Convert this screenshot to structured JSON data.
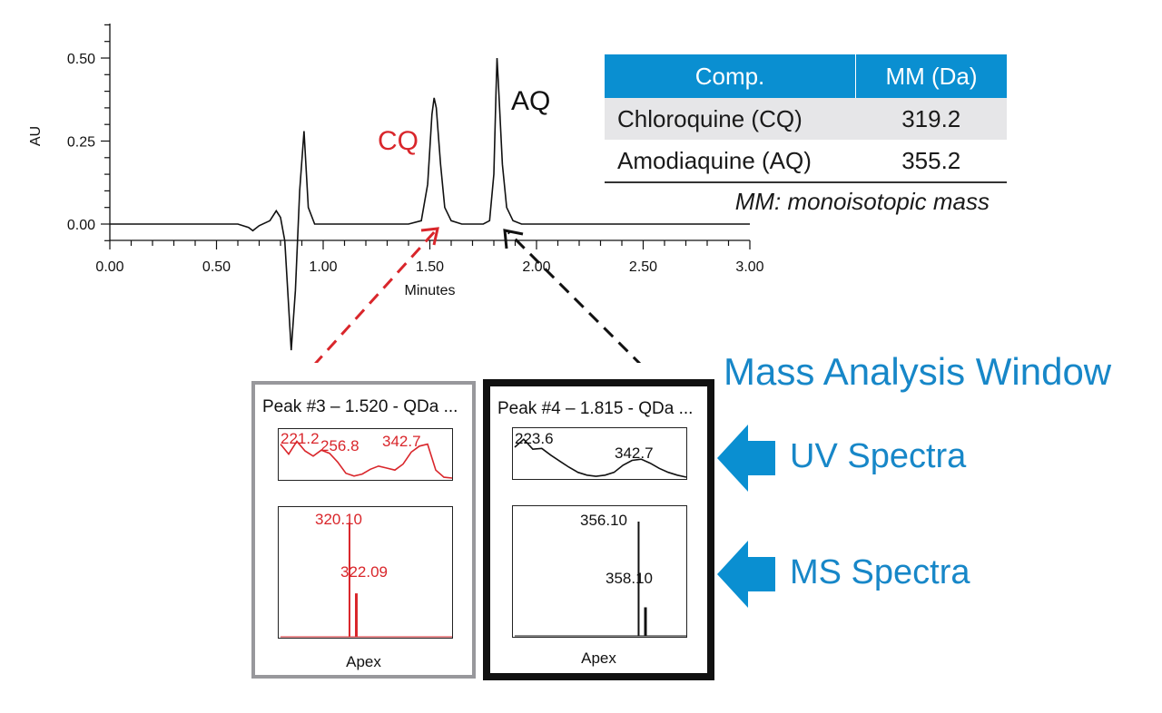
{
  "chart_data": [
    {
      "type": "line",
      "xlabel": "Minutes",
      "ylabel": "AU",
      "xlim": [
        0,
        3
      ],
      "ylim": [
        -0.05,
        0.6
      ],
      "x_ticks": [
        "0.00",
        "0.50",
        "1.00",
        "1.50",
        "2.00",
        "2.50",
        "3.00"
      ],
      "y_ticks": [
        "0.00",
        "0.25",
        "0.50"
      ],
      "series": [
        {
          "x": [
            0.0,
            0.6,
            0.65,
            0.67,
            0.7,
            0.75,
            0.78,
            0.8,
            0.82,
            0.85,
            0.87,
            0.89,
            0.91,
            0.93,
            0.96,
            1.0,
            1.4,
            1.46,
            1.49,
            1.51,
            1.52,
            1.53,
            1.55,
            1.57,
            1.6,
            1.65,
            1.75,
            1.78,
            1.8,
            1.81,
            1.815,
            1.82,
            1.84,
            1.86,
            1.89,
            1.93,
            3.0
          ],
          "y": [
            0.0,
            0.0,
            -0.01,
            -0.02,
            -0.005,
            0.01,
            0.04,
            0.02,
            -0.05,
            -0.38,
            -0.2,
            0.1,
            0.28,
            0.05,
            0.0,
            0.0,
            0.0,
            0.01,
            0.12,
            0.33,
            0.38,
            0.35,
            0.18,
            0.05,
            0.01,
            0.0,
            0.0,
            0.01,
            0.15,
            0.4,
            0.5,
            0.44,
            0.18,
            0.05,
            0.01,
            0.0,
            0.0
          ]
        }
      ],
      "peaks": [
        {
          "label": "CQ",
          "x": 1.52,
          "y": 0.38,
          "color": "#d9262b"
        },
        {
          "label": "AQ",
          "x": 1.815,
          "y": 0.5,
          "color": "#111111"
        }
      ]
    },
    {
      "type": "line",
      "title": "Peak #3 – 1.520 - QDa ...",
      "subtype": "UV Spectra",
      "color": "#d9262b",
      "labels": [
        "221.2",
        "256.8",
        "342.7"
      ],
      "y": [
        0.85,
        0.6,
        0.92,
        0.68,
        0.55,
        0.7,
        0.62,
        0.4,
        0.12,
        0.05,
        0.1,
        0.22,
        0.3,
        0.25,
        0.2,
        0.35,
        0.65,
        0.8,
        0.85,
        0.2,
        0.02,
        0.0
      ]
    },
    {
      "type": "bar",
      "title": "Peak #3 – 1.520 - QDa ...",
      "subtype": "MS Spectra",
      "color": "#d9262b",
      "labels": [
        "320.10",
        "322.09"
      ],
      "x": [
        320.1,
        322.09
      ],
      "values": [
        100,
        38
      ]
    },
    {
      "type": "line",
      "title": "Peak #4 – 1.815 - QDa ...",
      "subtype": "UV Spectra",
      "color": "#111111",
      "labels": [
        "223.6",
        "342.7"
      ],
      "y": [
        0.75,
        0.95,
        0.7,
        0.72,
        0.55,
        0.4,
        0.25,
        0.12,
        0.05,
        0.02,
        0.05,
        0.12,
        0.3,
        0.42,
        0.45,
        0.35,
        0.22,
        0.12,
        0.05,
        0.0
      ]
    },
    {
      "type": "bar",
      "title": "Peak #4 – 1.815 - QDa ...",
      "subtype": "MS Spectra",
      "color": "#111111",
      "labels": [
        "356.10",
        "358.10"
      ],
      "x": [
        356.1,
        358.1
      ],
      "values": [
        100,
        25
      ]
    }
  ],
  "table": {
    "headers": [
      "Comp.",
      "MM (Da)"
    ],
    "rows": [
      [
        "Chloroquine (CQ)",
        "319.2"
      ],
      [
        "Amodiaquine (AQ)",
        "355.2"
      ]
    ],
    "note": "MM: monoisotopic mass",
    "header_color": "#0a8fd1"
  },
  "window": {
    "title": "Mass Analysis Window",
    "uv_label": "UV Spectra",
    "ms_label": "MS Spectra",
    "apex_label": "Apex",
    "accent_color": "#1787c8"
  },
  "icons": [
    "arrow-right-icon"
  ]
}
